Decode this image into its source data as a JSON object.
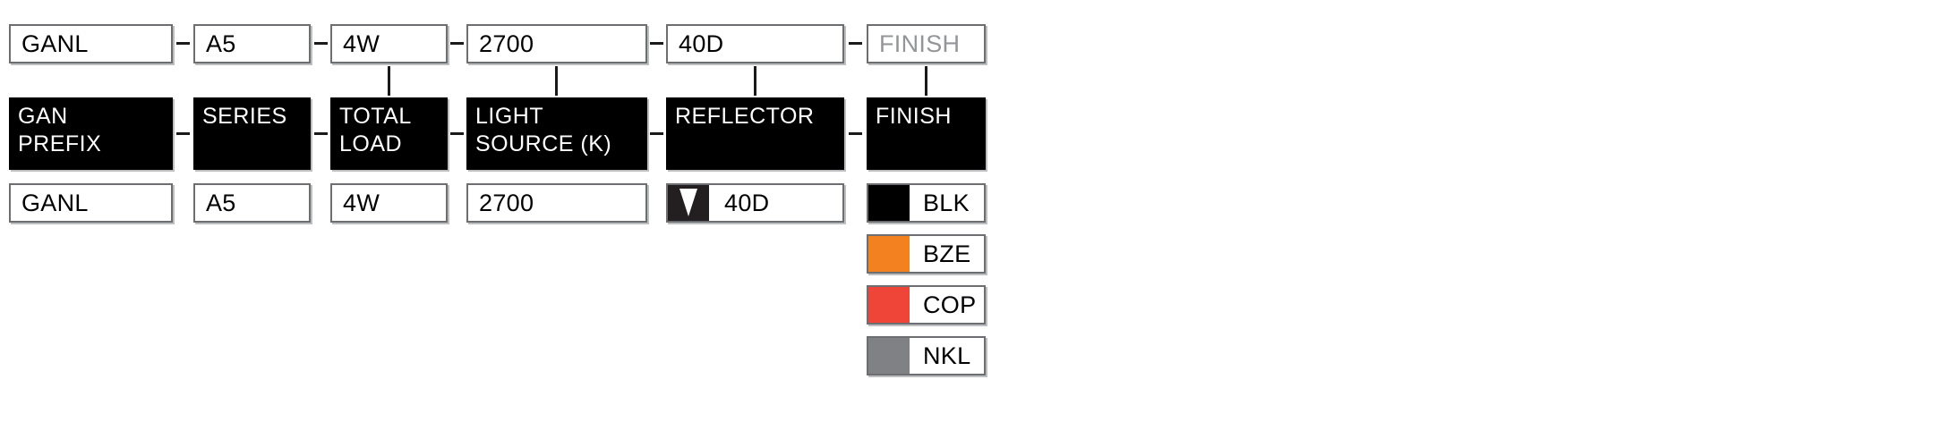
{
  "diagram_title": "ordering-code-builder",
  "code_row": {
    "gan_prefix": "GANL",
    "series": "A5",
    "total_load": "4W",
    "light_source": "2700",
    "reflector": "40D",
    "finish_placeholder": "FINISH"
  },
  "headers": {
    "gan_prefix": "GAN\nPREFIX",
    "series": "SERIES",
    "total_load": "TOTAL\nLOAD",
    "light_source": "LIGHT\nSOURCE (K)",
    "reflector": "REFLECTOR",
    "finish": "FINISH"
  },
  "options": {
    "gan_prefix": "GANL",
    "series": "A5",
    "total_load": "4W",
    "light_source": "2700",
    "reflector": "40D"
  },
  "finish_options": [
    {
      "label": "BLK",
      "color": "#000000"
    },
    {
      "label": "BZE",
      "color": "#F48120"
    },
    {
      "label": "COP",
      "color": "#EF4438"
    },
    {
      "label": "NKL",
      "color": "#7F8184"
    }
  ],
  "icons": {
    "reflector_dropdown": "down-triangle-icon"
  },
  "colors": {
    "header_bg": "#000000",
    "header_text": "#ffffff",
    "box_border": "#6d6e71",
    "placeholder_text": "#939598",
    "connector": "#1a1a1a"
  }
}
